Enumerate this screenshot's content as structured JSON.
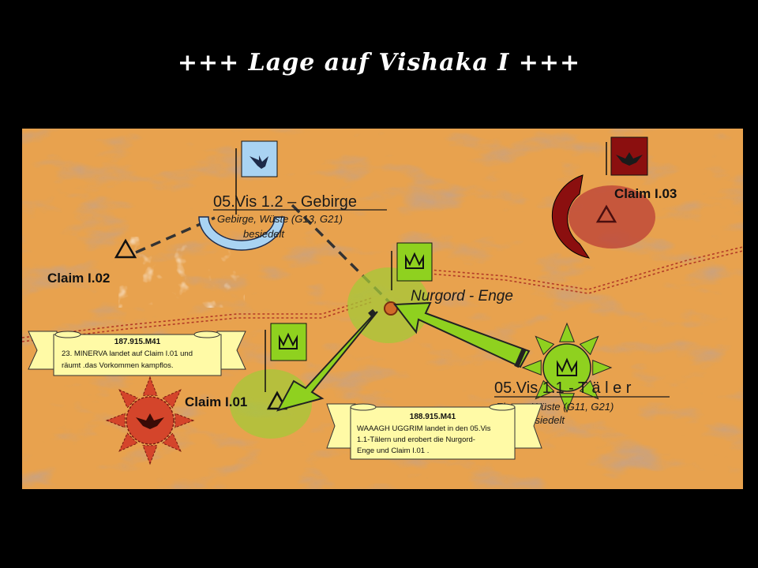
{
  "slide": {
    "title": "+++ Lage auf Vishaka I +++"
  },
  "regions": {
    "gebirge": {
      "name": "05.Vis 1.2 – Gebirge",
      "terrain": "Gebirge, Wüste  (G13, G21)",
      "status": "besiedelt"
    },
    "taeler": {
      "name": "05.Vis 1.1 - T ä l e r",
      "terrain": "Ebene, Wüste  (G11, G21)",
      "status": "besiedelt"
    },
    "enge": {
      "name": "Nurgord - Enge"
    }
  },
  "claims": {
    "i01": "Claim I.01",
    "i02": "Claim I.02",
    "i03": "Claim I.03"
  },
  "events": [
    {
      "date": "187.915.M41",
      "text": [
        "23. MINERVA  landet auf Claim I.01 und",
        "räumt .das Vorkommen kampflos."
      ]
    },
    {
      "date": "188.915.M41",
      "text": [
        "WAAAGH UGGRIM  landet in den 05.Vis",
        "1.1-Tälern und erobert die Nurgord-",
        "Enge und Claim I.01 ."
      ]
    }
  ],
  "colors": {
    "desert": "#e8a24e",
    "ork_green": "#8fd11f",
    "imperial_red": "#8b0f0f",
    "imperial_blue": "#a9d3f2",
    "sun_red": "#d4452b"
  },
  "icons": {
    "ork": "ork-crown-icon",
    "imperial": "imperial-eagle-icon",
    "claim": "claim-triangle-icon"
  }
}
